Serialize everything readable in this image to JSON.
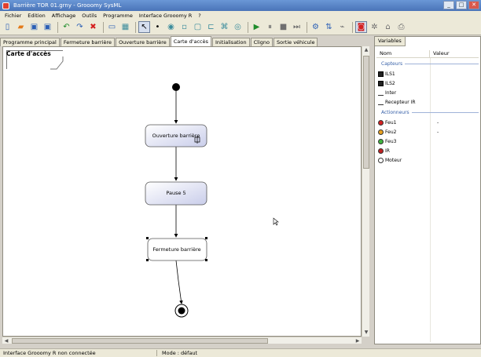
{
  "window": {
    "title": "Barrière TOR 01.grny - Grooomy SysML",
    "buttons": [
      "_",
      "□",
      "✕"
    ]
  },
  "menu": [
    "Fichier",
    "Edition",
    "Affichage",
    "Outils",
    "Programme",
    "Interface Grooomy R",
    "?"
  ],
  "toolbar": {
    "icons": [
      {
        "name": "new-icon",
        "glyph": "▯",
        "color": "#2b5fb5"
      },
      {
        "name": "open-icon",
        "glyph": "▰",
        "color": "#e37a1a"
      },
      {
        "name": "save-icon",
        "glyph": "▣",
        "color": "#2b5fb5"
      },
      {
        "name": "save-all-icon",
        "glyph": "▣",
        "color": "#2b5fb5"
      },
      {
        "name": "undo-icon",
        "glyph": "↶",
        "color": "#1f8c2b"
      },
      {
        "name": "redo-icon",
        "glyph": "↷",
        "color": "#2b5fb5"
      },
      {
        "name": "delete-icon",
        "glyph": "✖",
        "color": "#d42020"
      },
      {
        "name": "program-view-icon",
        "glyph": "▭",
        "color": "#2b5fb5"
      },
      {
        "name": "grid-icon",
        "glyph": "▦",
        "color": "#3b8c9c"
      },
      {
        "name": "pointer-icon",
        "glyph": "↖",
        "color": "#000000",
        "active": true
      },
      {
        "name": "initial-state-icon",
        "glyph": "•",
        "color": "#000000"
      },
      {
        "name": "state-icon",
        "glyph": "◉",
        "color": "#3b8c9c"
      },
      {
        "name": "transition-icon",
        "glyph": "▫",
        "color": "#3b8c9c"
      },
      {
        "name": "composite-state-icon",
        "glyph": "▢",
        "color": "#3b8c9c"
      },
      {
        "name": "fork-icon",
        "glyph": "⊏",
        "color": "#3b8c9c"
      },
      {
        "name": "join-icon",
        "glyph": "⌘",
        "color": "#3b8c9c"
      },
      {
        "name": "final-state-icon",
        "glyph": "◎",
        "color": "#3b8c9c"
      },
      {
        "name": "play-icon",
        "glyph": "▶",
        "color": "#1f8c2b"
      },
      {
        "name": "pause-icon",
        "glyph": "⏸",
        "color": "#6f6f6f"
      },
      {
        "name": "stop-icon",
        "glyph": "■",
        "color": "#6f6f6f"
      },
      {
        "name": "step-icon",
        "glyph": "⏭",
        "color": "#6f6f6f"
      },
      {
        "name": "robot-icon",
        "glyph": "⚙",
        "color": "#2b5fb5"
      },
      {
        "name": "transfer-icon",
        "glyph": "⇅",
        "color": "#2b5fb5"
      },
      {
        "name": "cable-icon",
        "glyph": "⌁",
        "color": "#6f6f6f"
      },
      {
        "name": "alert-icon",
        "glyph": "◙",
        "color": "#d42020",
        "active": true
      },
      {
        "name": "settings-icon",
        "glyph": "✲",
        "color": "#6f6f6f"
      },
      {
        "name": "lock-icon",
        "glyph": "⌂",
        "color": "#6f6f6f"
      },
      {
        "name": "print-icon",
        "glyph": "⎙",
        "color": "#6f6f6f"
      }
    ]
  },
  "tabs": [
    {
      "label": "Programme principal",
      "active": false
    },
    {
      "label": "Fermeture barrière",
      "active": false
    },
    {
      "label": "Ouverture barrière",
      "active": false
    },
    {
      "label": "Carte d'accès",
      "active": true
    },
    {
      "label": "Initialisation",
      "active": false
    },
    {
      "label": "Cligno",
      "active": false
    },
    {
      "label": "Sortie véhicule",
      "active": false
    }
  ],
  "canvas": {
    "title": "Carte d'accès",
    "states": [
      {
        "label": "Ouverture barrière"
      },
      {
        "label": "Pause 5"
      },
      {
        "label": "Fermeture barrière"
      }
    ]
  },
  "variables": {
    "tab": "Variables",
    "columns": [
      "Nom",
      "Valeur"
    ],
    "groups": [
      {
        "label": "Capteurs",
        "items": [
          {
            "name": "ILS1",
            "value": "",
            "icon": "sensor-icon"
          },
          {
            "name": "ILS2",
            "value": "",
            "icon": "sensor-icon"
          },
          {
            "name": "Inter",
            "value": "",
            "icon": "switch-icon"
          },
          {
            "name": "Recepteur IR",
            "value": "",
            "icon": "receiver-icon"
          }
        ]
      },
      {
        "label": "Actionneurs",
        "items": [
          {
            "name": "Feu1",
            "value": "-",
            "icon": "red-light-icon",
            "color": "#d42020"
          },
          {
            "name": "Feu2",
            "value": "-",
            "icon": "orange-light-icon",
            "color": "#e8a020"
          },
          {
            "name": "Feu3",
            "value": "",
            "icon": "green-light-icon",
            "color": "#3fb53f"
          },
          {
            "name": "IR",
            "value": "",
            "icon": "ir-icon",
            "color": "#c02020"
          },
          {
            "name": "Moteur",
            "value": "",
            "icon": "motor-icon"
          }
        ]
      }
    ]
  },
  "status": {
    "left": "Interface Grooomy R non connectée",
    "right": "Mode : défaut"
  }
}
